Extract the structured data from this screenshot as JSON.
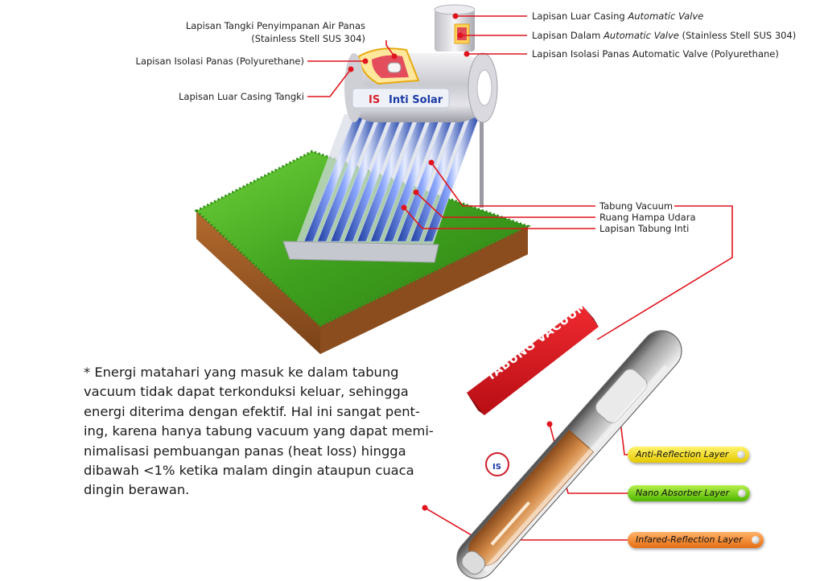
{
  "brand": {
    "logo_initials": "IS",
    "logo_text": "Inti Solar"
  },
  "labels": {
    "tank_storage_line1": "Lapisan Tangki Penyimpanan Air Panas",
    "tank_storage_line2": "(Stainless Stell SUS 304)",
    "tank_insulation": "Lapisan Isolasi Panas (Polyurethane)",
    "tank_outer_casing": "Lapisan Luar Casing Tangki",
    "valve_outer_casing_prefix": "Lapisan Luar Casing ",
    "valve_outer_casing_italic": "Automatic Valve",
    "valve_inner_prefix": "Lapisan Dalam ",
    "valve_inner_italic": "Automatic Valve",
    "valve_inner_suffix": " (Stainless Stell SUS 304)",
    "valve_insulation": "Lapisan Isolasi Panas Automatic Valve (Polyurethane)",
    "vacuum_tube": "Tabung Vacuum",
    "vacuum_space": "Ruang Hampa Udara",
    "inner_tube_layer": "Lapisan Tabung Inti"
  },
  "ribbon": {
    "text": "TABUNG VACUUM"
  },
  "layers": [
    {
      "label": "Anti-Reflection Layer",
      "color": "#f2d800"
    },
    {
      "label": "Nano Absorber Layer",
      "color": "#6fcc10"
    },
    {
      "label": "Infared-Reflection Layer",
      "color": "#f08a2a"
    }
  ],
  "note": {
    "lines": [
      "* Energi matahari yang masuk ke dalam tabung",
      "vacuum tidak dapat terkonduksi keluar, sehingga",
      "energi diterima dengan efektif. Hal ini sangat pent-",
      "ing, karena hanya tabung vacuum yang dapat memi-",
      "nimalisasi pembuangan panas (heat loss) hingga",
      "dibawah <1% ketika malam dingin ataupun cuaca",
      "dingin berawan."
    ]
  },
  "colors": {
    "leader": "#e1141e",
    "grass": "#3f9f1c",
    "soil": "#9a5a26",
    "tube_copper": "#d2894a"
  }
}
